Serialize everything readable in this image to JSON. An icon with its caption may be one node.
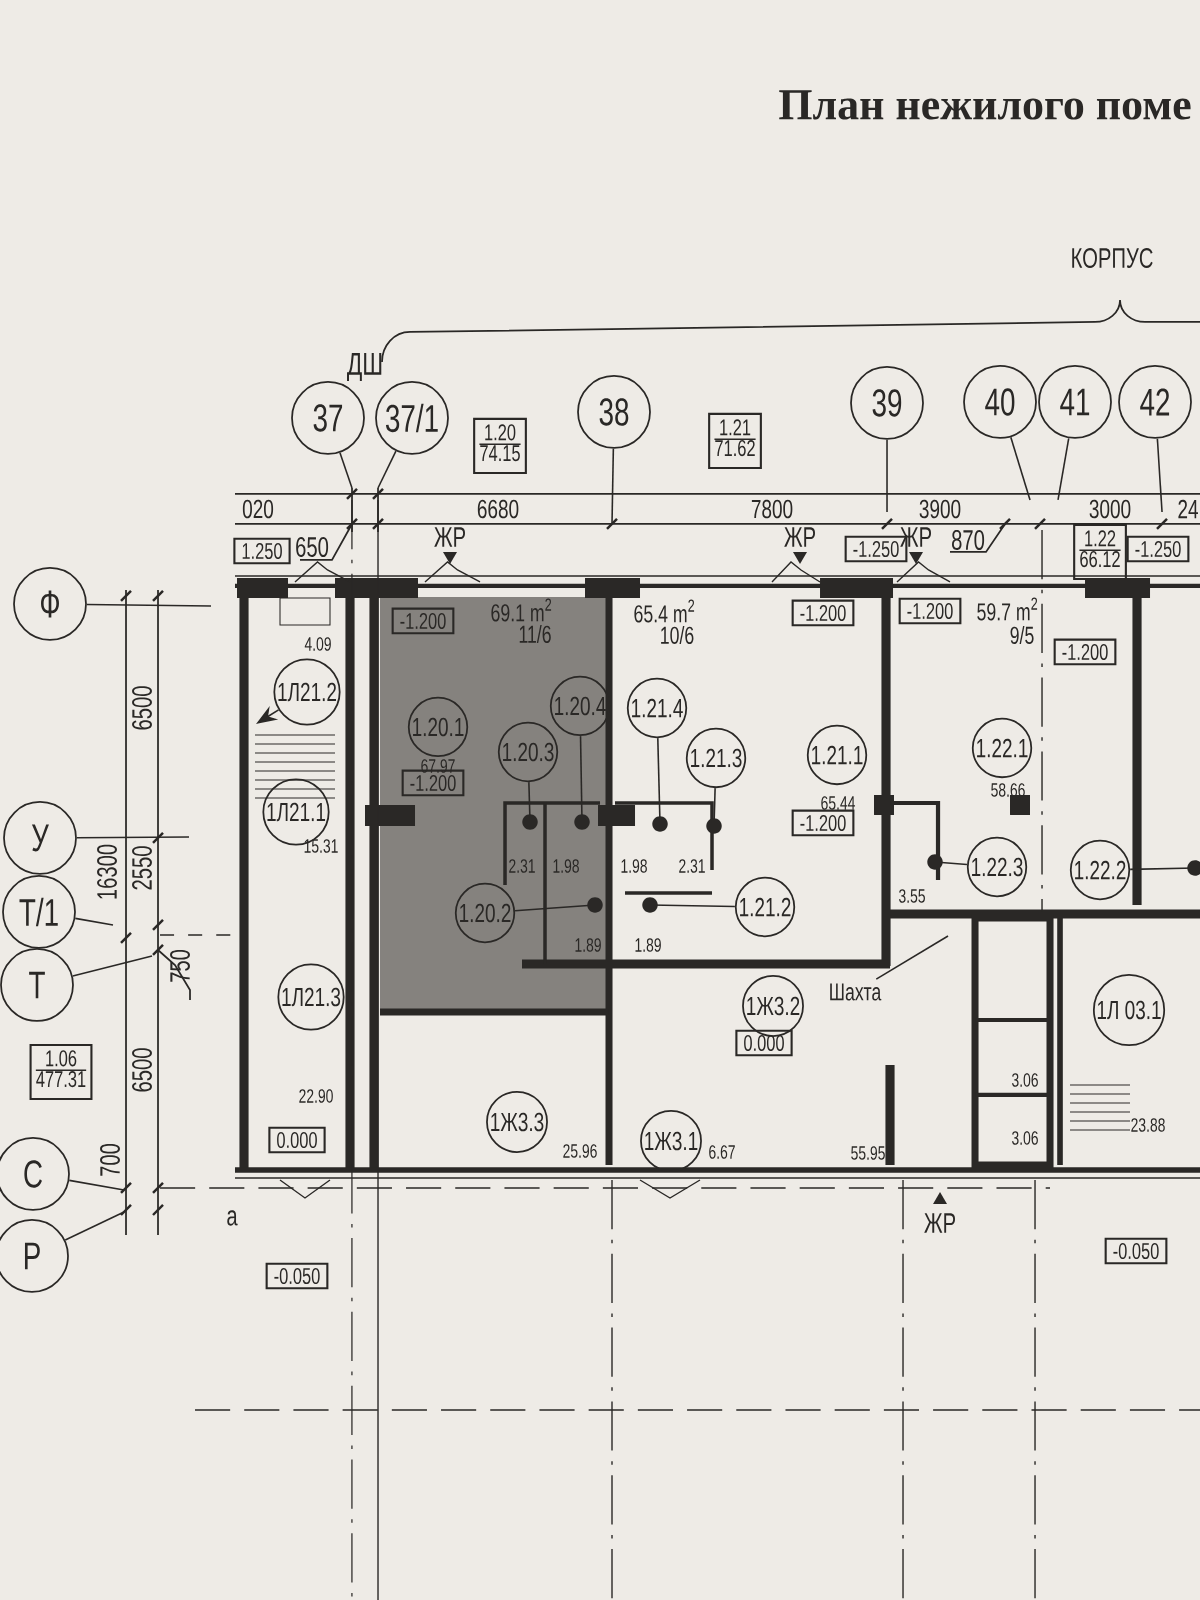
{
  "diagram": {
    "nodes": [
      {
        "text": [
          "37"
        ]
      },
      {
        "text": [
          "37/1"
        ]
      },
      {
        "text": [
          "38"
        ]
      },
      {
        "text": [
          "39"
        ]
      },
      {
        "text": [
          "40"
        ]
      },
      {
        "text": [
          "41"
        ]
      },
      {
        "text": [
          "42"
        ]
      },
      {
        "text": [
          "1.20",
          "74.15"
        ]
      },
      {
        "text": [
          "1.21",
          "71.62"
        ]
      },
      {
        "text": [
          "1.22",
          "66.12"
        ]
      },
      {
        "text": [
          "1.250"
        ]
      },
      {
        "text": [
          "-1.250"
        ]
      },
      {
        "text": [
          "-1.250"
        ]
      },
      {
        "text": [
          "Ф"
        ]
      },
      {
        "text": [
          "-1.200"
        ]
      },
      {
        "text": [
          "-1.200"
        ]
      },
      {
        "text": [
          "-1.200"
        ]
      },
      {
        "text": [
          "-1.200"
        ]
      },
      {
        "text": [
          "1Л21.2"
        ]
      },
      {
        "text": [
          "1.20.1"
        ]
      },
      {
        "text": [
          "1.20.4"
        ]
      },
      {
        "text": [
          "1.21.4"
        ]
      },
      {
        "text": [
          "1.20.3"
        ]
      },
      {
        "text": [
          "1.21.3"
        ]
      },
      {
        "text": [
          "1.21.1"
        ]
      },
      {
        "text": [
          "1.22.1"
        ]
      },
      {
        "text": [
          "-1.200"
        ]
      },
      {
        "text": [
          "1Л21.1"
        ]
      },
      {
        "text": [
          "У"
        ]
      },
      {
        "text": [
          "-1.200"
        ]
      },
      {
        "text": [
          "1.22.3"
        ]
      },
      {
        "text": [
          "1.22.2"
        ]
      },
      {
        "text": [
          "Т/1"
        ]
      },
      {
        "text": [
          "1.20.2"
        ]
      },
      {
        "text": [
          "1.21.2"
        ]
      },
      {
        "text": [
          "Т"
        ]
      },
      {
        "text": [
          "Шахта"
        ]
      },
      {
        "text": [
          "1Л21.3"
        ]
      },
      {
        "text": [
          "1Ж3.2"
        ]
      },
      {
        "text": [
          "1Л 03.1"
        ]
      },
      {
        "text": [
          "0.000"
        ]
      },
      {
        "text": [
          "1.06",
          "477.31"
        ]
      },
      {
        "text": [
          "1Ж3.3"
        ]
      },
      {
        "text": [
          "1Ж3.1"
        ]
      },
      {
        "text": [
          "0.000"
        ]
      },
      {
        "text": [
          "С"
        ]
      },
      {
        "text": [
          "Р"
        ]
      },
      {
        "text": [
          "-0.050"
        ]
      },
      {
        "text": [
          "-0.050"
        ]
      }
    ],
    "edges": [
      {
        "from": 0,
        "to": null,
        "arrow": "none"
      },
      {
        "from": 1,
        "to": null,
        "arrow": "none"
      },
      {
        "from": 2,
        "to": null,
        "arrow": "none"
      },
      {
        "from": 3,
        "to": null,
        "arrow": "none"
      },
      {
        "from": 4,
        "to": null,
        "arrow": "none"
      },
      {
        "from": 5,
        "to": null,
        "arrow": "none"
      },
      {
        "from": 6,
        "to": null,
        "arrow": "none"
      },
      {
        "from": 13,
        "to": null,
        "arrow": "none"
      },
      {
        "from": 28,
        "to": null,
        "arrow": "none"
      },
      {
        "from": 32,
        "to": null,
        "arrow": "none"
      },
      {
        "from": 35,
        "to": null,
        "arrow": "none"
      },
      {
        "from": 45,
        "to": null,
        "arrow": "none"
      },
      {
        "from": 46,
        "to": null,
        "arrow": "none"
      },
      {
        "from": 18,
        "to": null,
        "arrow": "to"
      },
      {
        "from": 22,
        "to": null,
        "arrow": "other"
      },
      {
        "from": 20,
        "to": null,
        "arrow": "other"
      },
      {
        "from": 21,
        "to": null,
        "arrow": "other"
      },
      {
        "from": 23,
        "to": null,
        "arrow": "other"
      },
      {
        "from": 33,
        "to": null,
        "arrow": "other"
      },
      {
        "from": 34,
        "to": null,
        "arrow": "other"
      },
      {
        "from": 30,
        "to": null,
        "arrow": "other"
      },
      {
        "from": 31,
        "to": null,
        "arrow": "other"
      },
      {
        "from": 36,
        "to": null,
        "arrow": "none"
      }
    ],
    "labels": [
      "План нежилого поме",
      "КОРПУС",
      "ДШ",
      "020",
      "6680",
      "7800",
      "3900",
      "3000",
      "24",
      "650",
      "ЖР",
      "ЖР",
      "ЖР",
      "870",
      "69.1 m$^{2}$",
      "11/6",
      "65.4 m$^{2}$",
      "10/6",
      "59.7 m$^{2}$",
      "9/5",
      "4.09",
      "67.97",
      "65.44",
      "58.66",
      "15.31",
      "2.31",
      "1.98",
      "1.98",
      "2.31",
      "3.55",
      "1.89",
      "1.89",
      "6500",
      "16300",
      "2550",
      "750",
      "6500",
      "22.90",
      "3.06",
      "3.06",
      "25.96",
      "6.67",
      "55.95",
      "23.88",
      "700",
      "a",
      "ЖР"
    ]
  }
}
